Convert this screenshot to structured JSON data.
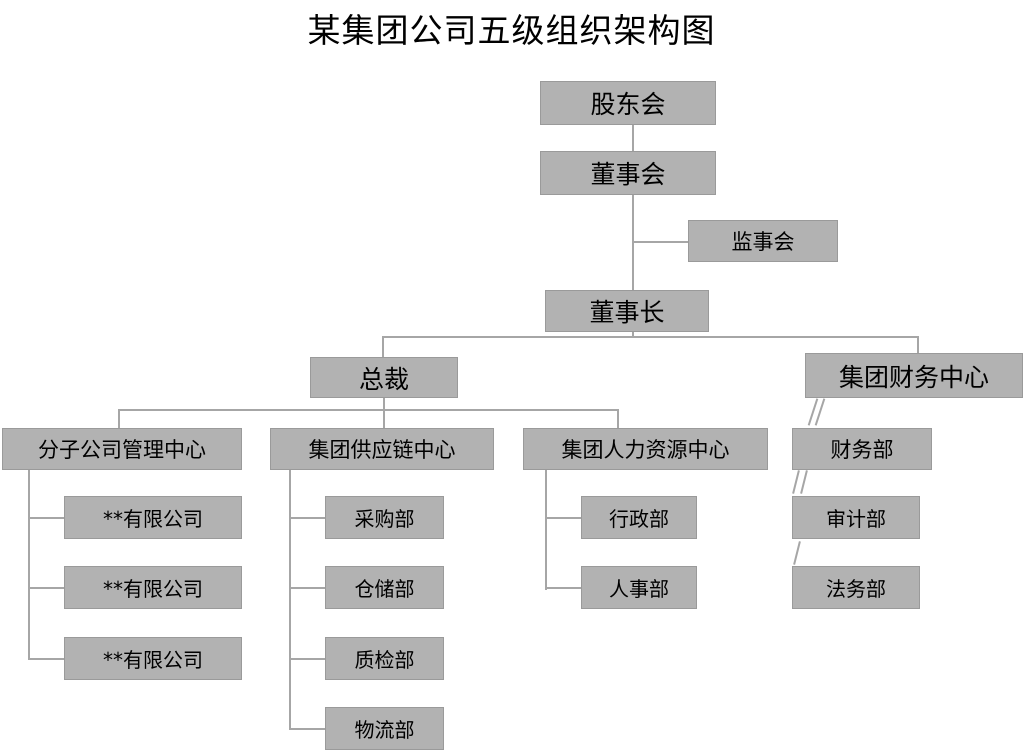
{
  "chart": {
    "title": "某集团公司五级组织架构图",
    "type": "org-chart",
    "box_fill_color": "#b2b2b2",
    "box_border_color": "#9a9a9a",
    "connector_color": "#a6a6a6",
    "background_color": "#ffffff",
    "text_color": "#000000",
    "levels": 5
  },
  "nodes": {
    "shareholders_meeting": "股东会",
    "board_of_directors": "董事会",
    "board_of_supervisors": "监事会",
    "chairman": "董事长",
    "president": "总裁",
    "group_finance_center": "集团财务中心",
    "subsidiary_mgmt_center": "分子公司管理中心",
    "group_supply_chain_center": "集团供应链中心",
    "group_hr_center": "集团人力资源中心",
    "finance_dept": "财务部",
    "audit_dept": "审计部",
    "legal_dept": "法务部",
    "subsidiary_1": "**有限公司",
    "subsidiary_2": "**有限公司",
    "subsidiary_3": "**有限公司",
    "purchasing_dept": "采购部",
    "warehouse_dept": "仓储部",
    "quality_dept": "质检部",
    "logistics_dept": "物流部",
    "admin_dept": "行政部",
    "hr_dept": "人事部"
  }
}
